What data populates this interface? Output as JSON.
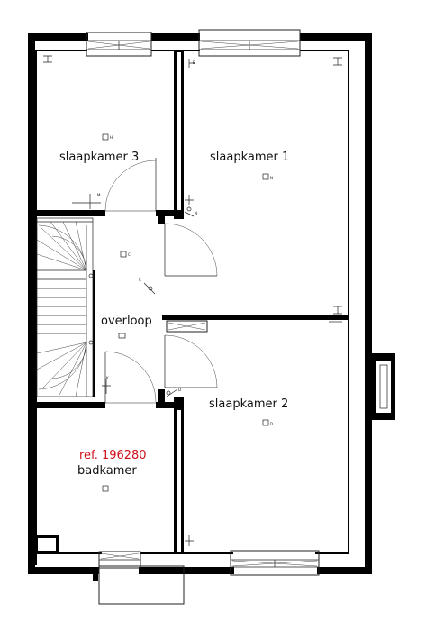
{
  "rooms": {
    "slaapkamer3": "slaapkamer 3",
    "slaapkamer1": "slaapkamer 1",
    "overloop": "overloop",
    "slaapkamer2": "slaapkamer 2",
    "badkamer": "badkamer"
  },
  "reference": "ref. 196280",
  "symbols": {
    "s3_switch": "H",
    "s1_switch": "N",
    "overloop_switch": "C",
    "s2_switch": "D",
    "wall_markers": [
      "M",
      "K",
      "C",
      "N",
      "D",
      "E"
    ]
  },
  "colors": {
    "walls": "#000000",
    "reference_text": "#d0101a",
    "lines": "#222222"
  }
}
